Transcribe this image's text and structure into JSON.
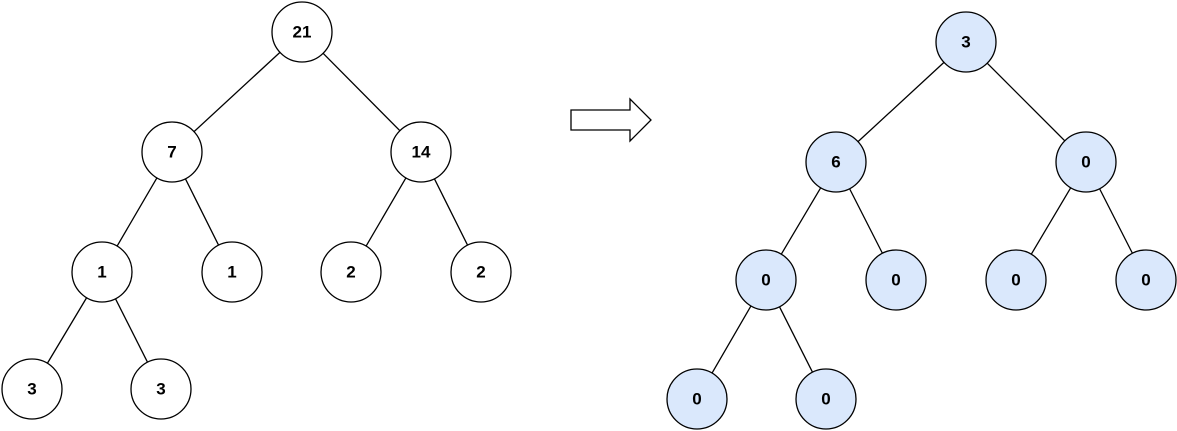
{
  "colors": {
    "left_fill": "#ffffff",
    "right_fill": "#dae8fc",
    "stroke": "#000000"
  },
  "left_tree": {
    "nodes": [
      {
        "id": "root",
        "label": "21"
      },
      {
        "id": "l",
        "label": "7"
      },
      {
        "id": "r",
        "label": "14"
      },
      {
        "id": "ll",
        "label": "1"
      },
      {
        "id": "lr",
        "label": "1"
      },
      {
        "id": "rl",
        "label": "2"
      },
      {
        "id": "rr",
        "label": "2"
      },
      {
        "id": "lll",
        "label": "3"
      },
      {
        "id": "llr",
        "label": "3"
      }
    ],
    "edges": [
      [
        "root",
        "l"
      ],
      [
        "root",
        "r"
      ],
      [
        "l",
        "ll"
      ],
      [
        "l",
        "lr"
      ],
      [
        "r",
        "rl"
      ],
      [
        "r",
        "rr"
      ],
      [
        "ll",
        "lll"
      ],
      [
        "ll",
        "llr"
      ]
    ]
  },
  "right_tree": {
    "nodes": [
      {
        "id": "root",
        "label": "3"
      },
      {
        "id": "l",
        "label": "6"
      },
      {
        "id": "r",
        "label": "0"
      },
      {
        "id": "ll",
        "label": "0"
      },
      {
        "id": "lr",
        "label": "0"
      },
      {
        "id": "rl",
        "label": "0"
      },
      {
        "id": "rr",
        "label": "0"
      },
      {
        "id": "lll",
        "label": "0"
      },
      {
        "id": "llr",
        "label": "0"
      }
    ],
    "edges": [
      [
        "root",
        "l"
      ],
      [
        "root",
        "r"
      ],
      [
        "l",
        "ll"
      ],
      [
        "l",
        "lr"
      ],
      [
        "r",
        "rl"
      ],
      [
        "r",
        "rr"
      ],
      [
        "ll",
        "lll"
      ],
      [
        "ll",
        "llr"
      ]
    ]
  },
  "transform_arrow": {
    "icon": "right-arrow-icon"
  }
}
